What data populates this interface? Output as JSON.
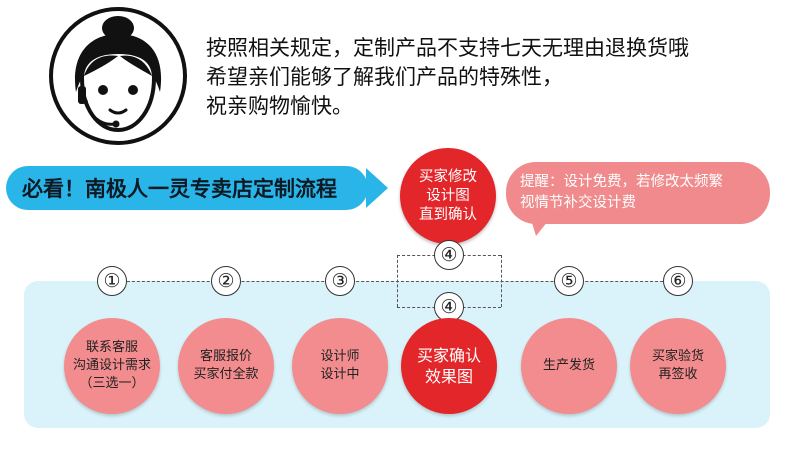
{
  "notice": {
    "lines": [
      "按照相关规定，定制产品不支持七天无理由退换货哦",
      "希望亲们能够了解我们产品的特殊性，",
      "祝亲购物愉快。"
    ]
  },
  "title": "必看！南极人一灵专卖店定制流程",
  "badge": {
    "lines": [
      "买家修改",
      "设计图",
      "直到确认"
    ]
  },
  "tip": {
    "lines": [
      "提醒：设计免费，若修改太频繁",
      "视情节补交设计费"
    ]
  },
  "numbers": [
    "①",
    "②",
    "③",
    "④",
    "④",
    "⑤",
    "⑥"
  ],
  "steps": [
    {
      "lines": [
        "联系客服",
        "沟通设计需求",
        "（三选一）"
      ]
    },
    {
      "lines": [
        "客服报价",
        "买家付全款"
      ]
    },
    {
      "lines": [
        "设计师",
        "设计中"
      ]
    },
    {
      "lines": [
        "买家确认",
        "效果图"
      ],
      "highlight": true
    },
    {
      "lines": [
        "生产发货"
      ]
    },
    {
      "lines": [
        "买家验货",
        "再签收"
      ]
    }
  ],
  "colors": {
    "title_bg": "#2ab5e9",
    "badge_red": "#e3262a",
    "tip_pink": "#f08a8c",
    "step_pink": "#f28c8e",
    "panel_bg": "#daf3fa"
  },
  "icons": {
    "avatar": "customer-service-headset-avatar"
  }
}
